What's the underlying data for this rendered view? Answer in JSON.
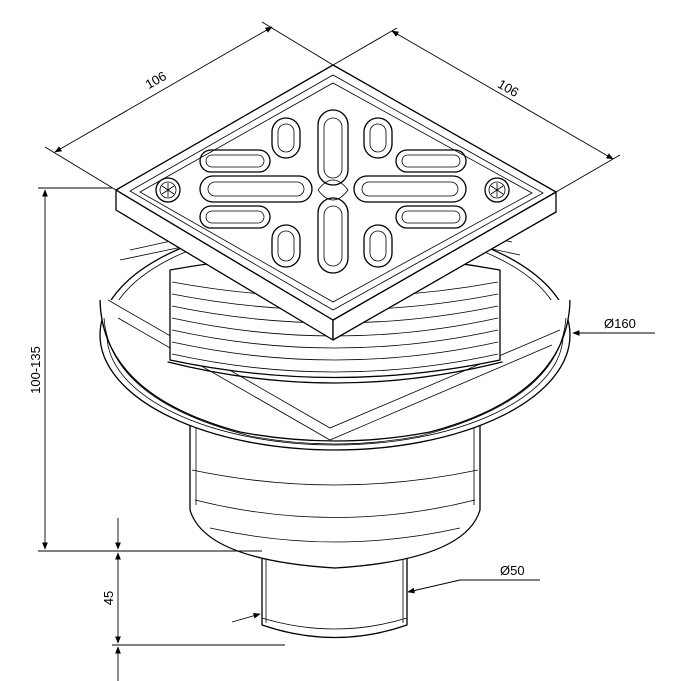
{
  "dimensions": {
    "grate_width_left": "106",
    "grate_width_right": "106",
    "flange_diameter": "Ø160",
    "height_range": "100-135",
    "outlet_length": "45",
    "outlet_diameter": "Ø50"
  },
  "colors": {
    "line": "#000000",
    "background": "#ffffff"
  }
}
